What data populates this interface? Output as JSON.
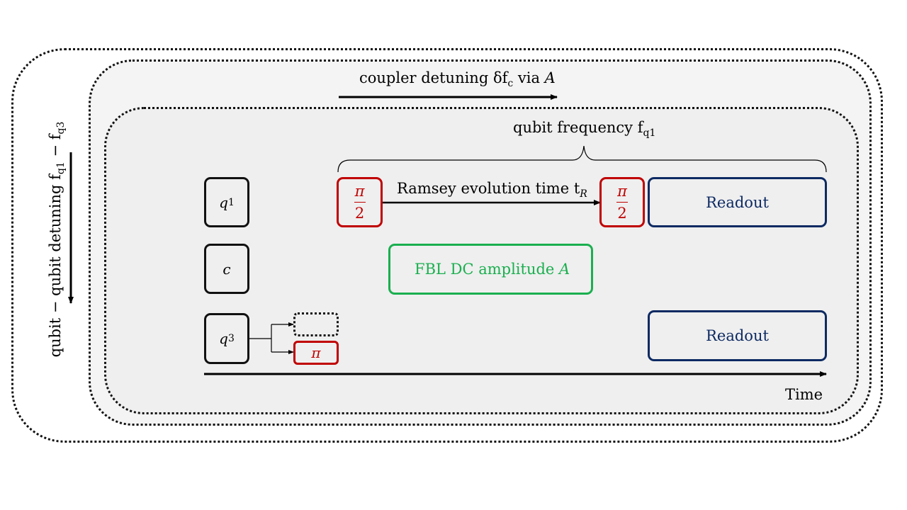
{
  "outer_axis_label": "qubit − qubit detuning f",
  "outer_axis_sub1": "q1",
  "outer_axis_minus": " − f",
  "outer_axis_sub2": "q3",
  "coupler_label_prefix": "coupler detuning δf",
  "coupler_label_sub": "c",
  "coupler_label_suffix": " via ",
  "coupler_label_var": "A",
  "qubit_freq_prefix": "qubit frequency f",
  "qubit_freq_sub": "q1",
  "q1_label": "q",
  "q1_sub": "1",
  "c_label": "c",
  "q3_label": "q",
  "q3_sub": "3",
  "pulse_num": "π",
  "pulse_den": "2",
  "pi_pulse": "π",
  "ramsey_prefix": "Ramsey evolution time t",
  "ramsey_sub": "R",
  "fbl_prefix": "FBL DC amplitude ",
  "fbl_var": "A",
  "readout_q1": "Readout",
  "readout_q3": "Readout",
  "time_label": "Time",
  "colors": {
    "pulse_red": "#c00000",
    "readout_navy": "#0d2a63",
    "fbl_green": "#1aaf4f",
    "panel_outer": "#f4f4f4",
    "panel_inner": "#efefef"
  }
}
